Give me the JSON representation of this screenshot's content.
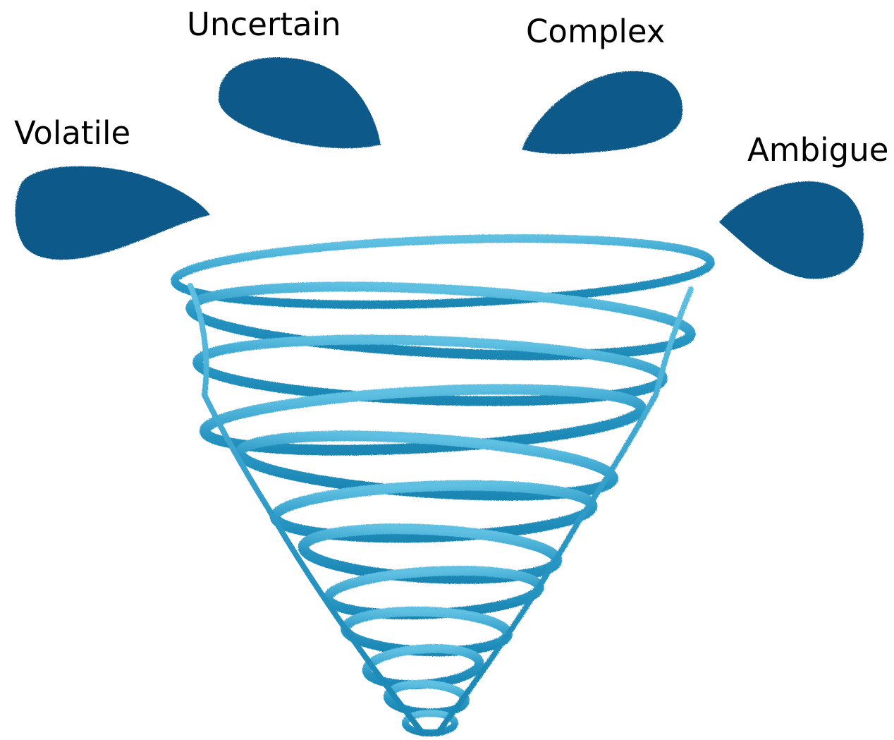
{
  "labels": {
    "volatile": "Volatile",
    "uncertain": "Uncertain",
    "complex": "Complex",
    "ambigue": "Ambigue"
  },
  "colors": {
    "drop_ink": "#0f5a8a",
    "spiral_ink_light": "#4fb6dc",
    "spiral_ink_dark": "#1a86b3",
    "text": "#000000",
    "background": "#ffffff"
  },
  "icons": {
    "drops": "ink-drop-icon",
    "vortex": "spiral-vortex-icon"
  }
}
